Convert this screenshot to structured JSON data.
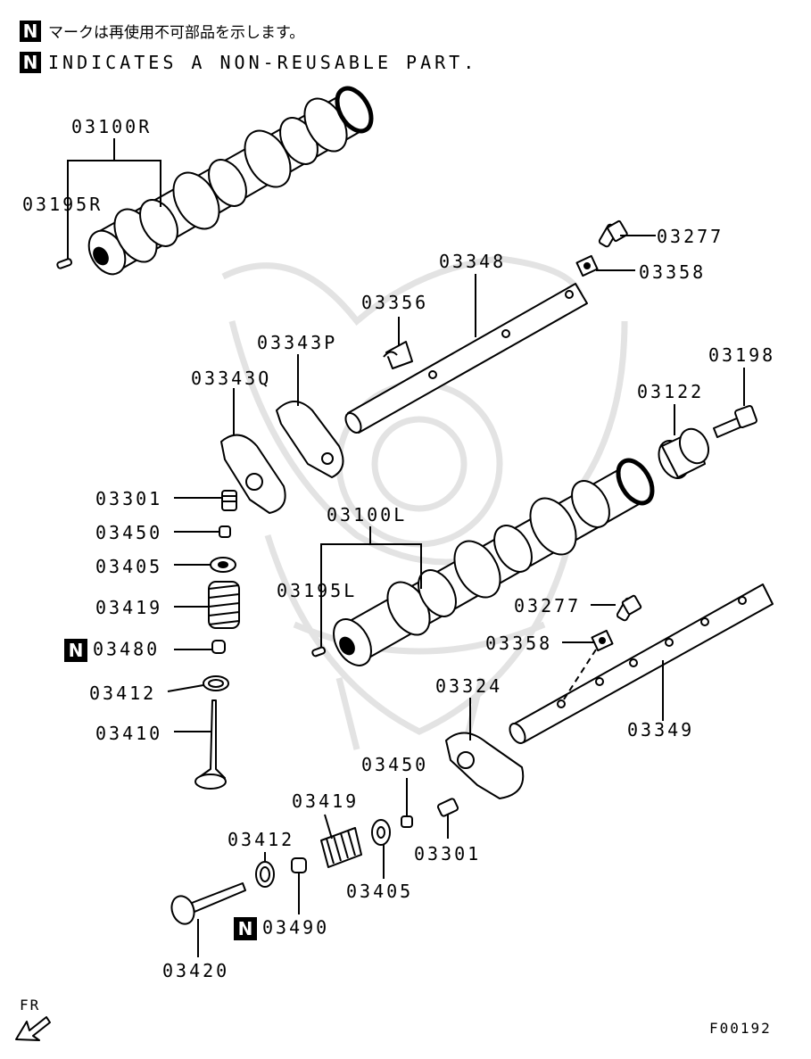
{
  "legend": {
    "badge": "N",
    "japanese": "マークは再使用不可部品を示します。",
    "english": "INDICATES A NON-REUSABLE PART."
  },
  "parts": {
    "camshaft_right": "03100R",
    "pin_right": "03195R",
    "bolt_upper": "03277",
    "washer_upper": "03358",
    "shaft_upper": "03348",
    "clip": "03356",
    "rocker_arm_p": "03343P",
    "rocker_arm_q": "03343Q",
    "thrust_case": "03198",
    "bearing": "03122",
    "adjuster_left": "03301",
    "nut_left": "03450",
    "retainer_left": "03405",
    "spring_left": "03419",
    "seal_left": "03480",
    "seat_left": "03412",
    "valve_left": "03410",
    "camshaft_left": "03100L",
    "pin_left": "03195L",
    "bolt_lower": "03277",
    "washer_lower": "03358",
    "rocker_arm_lower": "03324",
    "shaft_lower": "03349",
    "nut_lower": "03450",
    "spring_lower": "03419",
    "seat_lower": "03412",
    "adjuster_lower": "03301",
    "retainer_lower": "03405",
    "seal_lower": "03490",
    "valve_lower": "03420"
  },
  "direction": "FR",
  "figure_code": "F00192",
  "colors": {
    "ink": "#000000",
    "watermark": "#e3e3e3",
    "paper": "#ffffff"
  }
}
